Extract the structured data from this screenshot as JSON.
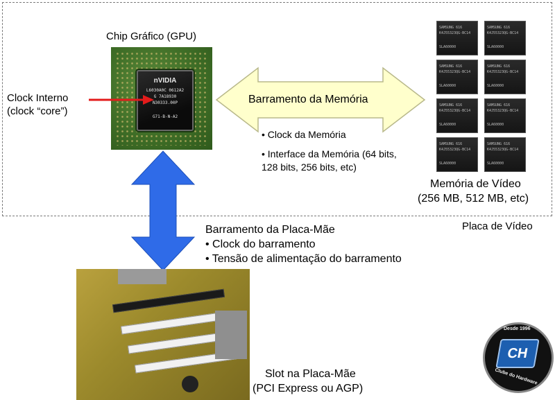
{
  "gpu": {
    "title": "Chip Gráfico (GPU)",
    "die_brand": "nVIDIA",
    "die_lines": [
      "L6030A0C  0612A2",
      "G 7A18930",
      "N30333.00P",
      "G71-B-N-A2"
    ]
  },
  "clock_interno": {
    "line1": "Clock Interno",
    "line2": "(clock “core”)"
  },
  "memory_bus": {
    "label": "Barramento da Memória",
    "bullets": [
      "• Clock da Memória",
      "• Interface da Memória (64 bits,",
      "128 bits, 256 bits, etc)"
    ]
  },
  "memory": {
    "chip_text_1": "SAMSUNG    616",
    "chip_text_2": "K4J55323QG-BC14",
    "chip_text_3": "SLA60000",
    "title": "Memória de Vídeo",
    "sizes": "(256 MB, 512 MB, etc)"
  },
  "video_card": {
    "label": "Placa de Vídeo"
  },
  "motherboard_bus": {
    "title": "Barramento da Placa-Mãe",
    "bullets": [
      "• Clock do barramento",
      "• Tensão de alimentação do barramento"
    ]
  },
  "slot": {
    "line1": "Slot na Placa-Mãe",
    "line2": "(PCI Express ou AGP)"
  },
  "logo": {
    "since": "Desde 1996",
    "mark": "CH",
    "name": "Clube do Hardware"
  },
  "colors": {
    "clock_arrow": "#e31b1b",
    "memory_bus_arrow_fill": "#ffffcc",
    "memory_bus_arrow_stroke": "#b8b88a",
    "motherboard_bus_arrow": "#2f6be8",
    "dashed_border": "#7a7a7a"
  }
}
